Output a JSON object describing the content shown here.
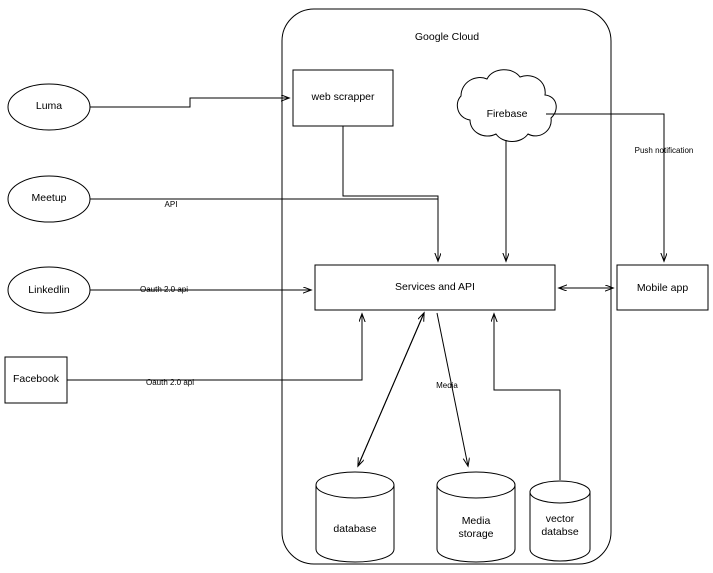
{
  "diagram": {
    "title": "Google Cloud",
    "nodes": {
      "luma": "Luma",
      "meetup": "Meetup",
      "linkedin": "Linkedlin",
      "facebook": "Facebook",
      "web_scrapper": "web scrapper",
      "firebase": "Firebase",
      "services_api": "Services and API",
      "mobile_app": "Mobile app",
      "database": "database",
      "media_storage": "Media\nstorage",
      "vector_database": "vector\ndatabse"
    },
    "edge_labels": {
      "api": "API",
      "linkedin_oauth": "Oauth 2.0 api",
      "facebook_oauth": "Oauth 2.0 api",
      "push_notification": "Push notification",
      "media": "Media"
    },
    "colors": {
      "stroke": "#000000",
      "fill": "#ffffff",
      "background": "#ffffff"
    }
  }
}
